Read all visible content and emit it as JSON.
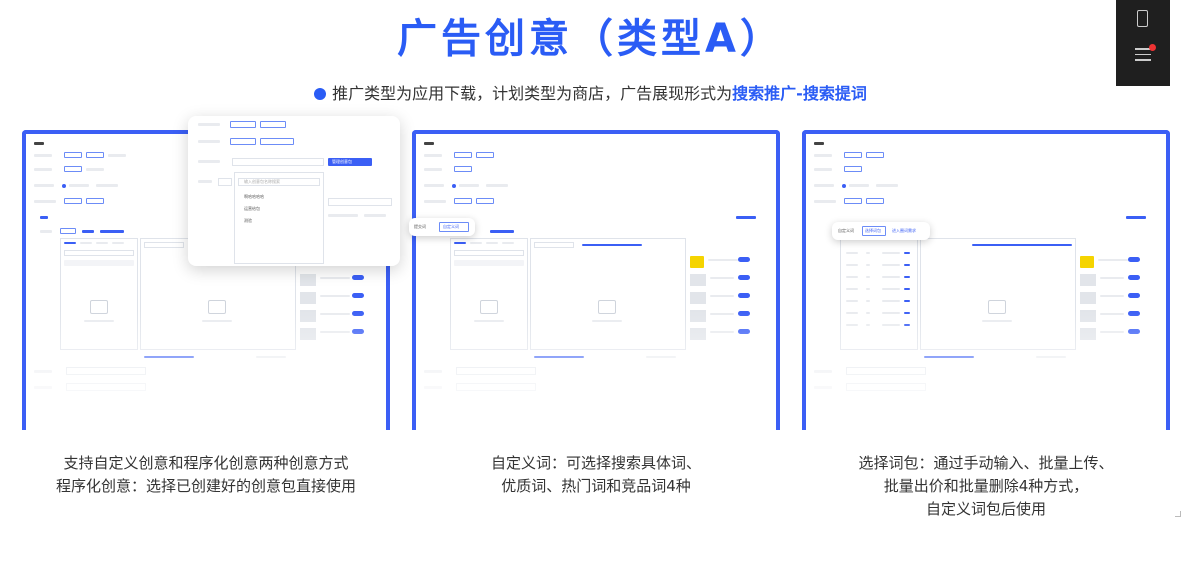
{
  "page": {
    "title": "广告创意（类型A）",
    "subtitle_plain": "推广类型为应用下载，计划类型为商店，广告展现形式为",
    "subtitle_highlight": "搜索推广-搜索提词"
  },
  "panels": [
    {
      "caption_line1": "支持自定义创意和程序化创意两种创意方式",
      "caption_line2": "程序化创意：选择已创建好的创意包直接使用",
      "popup_search_placeholder": "输入创意包名称搜索",
      "popup_items": [
        "啊哈哈哈哈",
        "运营给包",
        "测验"
      ],
      "popup_button": "管理创意包"
    },
    {
      "caption_line1": "自定义词：可选择搜索具体词、",
      "caption_line2": "优质词、热门词和竞品词4种",
      "callout_label": "提交词",
      "callout_button": "自定义词"
    },
    {
      "caption_line1": "选择词包：通过手动输入、批量上传、",
      "caption_line2": "批量出价和批量删除4种方式，",
      "caption_line3": "自定义词包后使用",
      "callout_tabs": [
        "自定义词",
        "选择词包",
        "进入圈词需求"
      ]
    }
  ],
  "colors": {
    "accent": "#2a5cf5",
    "panel_border": "#3b5ff5",
    "text": "#333333"
  },
  "icons": {
    "top_right_1": "phone-icon",
    "top_right_2": "menu-icon"
  }
}
